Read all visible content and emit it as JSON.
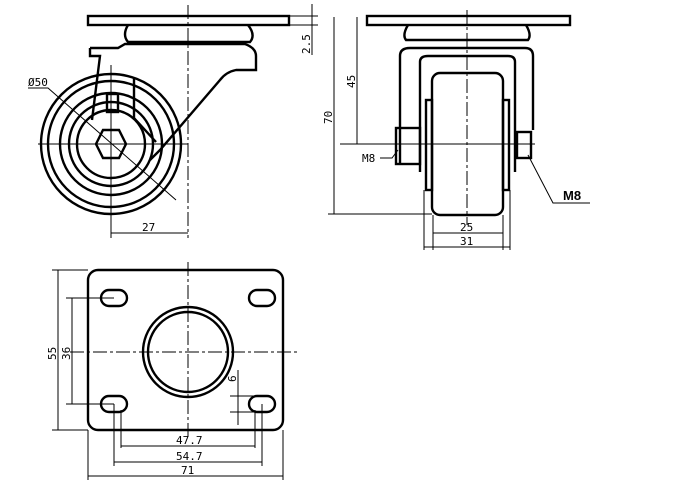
{
  "side_view": {
    "diameter_label": "Ø50",
    "offset_label": "27",
    "plate_thickness_label": "2.5",
    "height_label": "70"
  },
  "front_view": {
    "axle_height_label": "45",
    "bolt_left_label": "M8",
    "bolt_right_label": "M8",
    "wheel_width_label": "25",
    "fork_width_label": "31"
  },
  "top_plate_view": {
    "plate_height_label": "55",
    "hole_spacing_y_label": "36",
    "slot_width_label": "6",
    "hole_spacing_inner_label": "47.7",
    "hole_spacing_outer_label": "54.7",
    "plate_width_label": "71"
  }
}
